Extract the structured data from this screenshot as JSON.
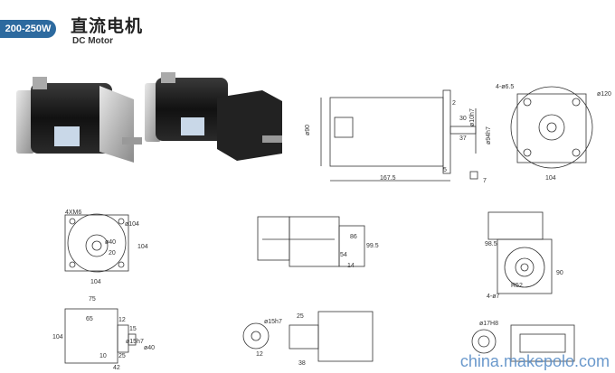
{
  "header": {
    "power_badge": "200-250W",
    "title_cn": "直流电机",
    "title_en": "DC Motor"
  },
  "drawing_main": {
    "dims": [
      "ø90",
      "167.5",
      "2",
      "30",
      "ø10h7",
      "37",
      "ø94h7",
      "5",
      "7",
      "4-ø6.5",
      "ø120",
      "104"
    ]
  },
  "drawing_front": {
    "dims": [
      "4XM6",
      "ø104",
      "ø40",
      "20",
      "104",
      "104"
    ]
  },
  "drawing_gear_side": {
    "dims": [
      "86",
      "99.5",
      "54",
      "14"
    ]
  },
  "drawing_gear_front": {
    "dims": [
      "98.5",
      "90",
      "R52",
      "4-ø7"
    ]
  },
  "drawing_small_box": {
    "dims": [
      "75",
      "65",
      "12",
      "15",
      "ø15h7",
      "ø40",
      "104",
      "10",
      "25",
      "42"
    ]
  },
  "drawing_shaft": {
    "dims": [
      "ø15h7",
      "25",
      "12",
      "38"
    ]
  },
  "drawing_hub": {
    "dims": [
      "ø17H8"
    ]
  },
  "watermark": "china.makepolo.com",
  "colors": {
    "badge": "#2d6a9f",
    "line": "#333333",
    "motor_body": "#1a1a1a",
    "motor_flange": "#b8b8b8"
  }
}
